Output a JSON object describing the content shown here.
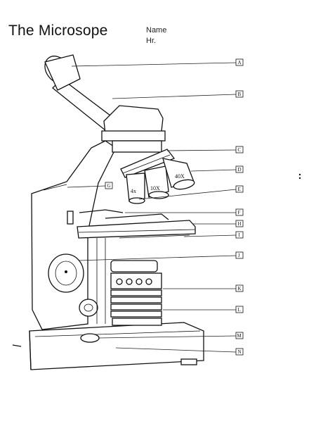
{
  "header": {
    "title": "The Microsope",
    "name_label": "Name",
    "hr_label": "Hr."
  },
  "labels": [
    "A",
    "B",
    "C",
    "D",
    "E",
    "F",
    "G",
    "H",
    "I",
    "J",
    "K",
    "L",
    "M",
    "N"
  ],
  "objective_marks": [
    "4x",
    "10X",
    "40X"
  ]
}
